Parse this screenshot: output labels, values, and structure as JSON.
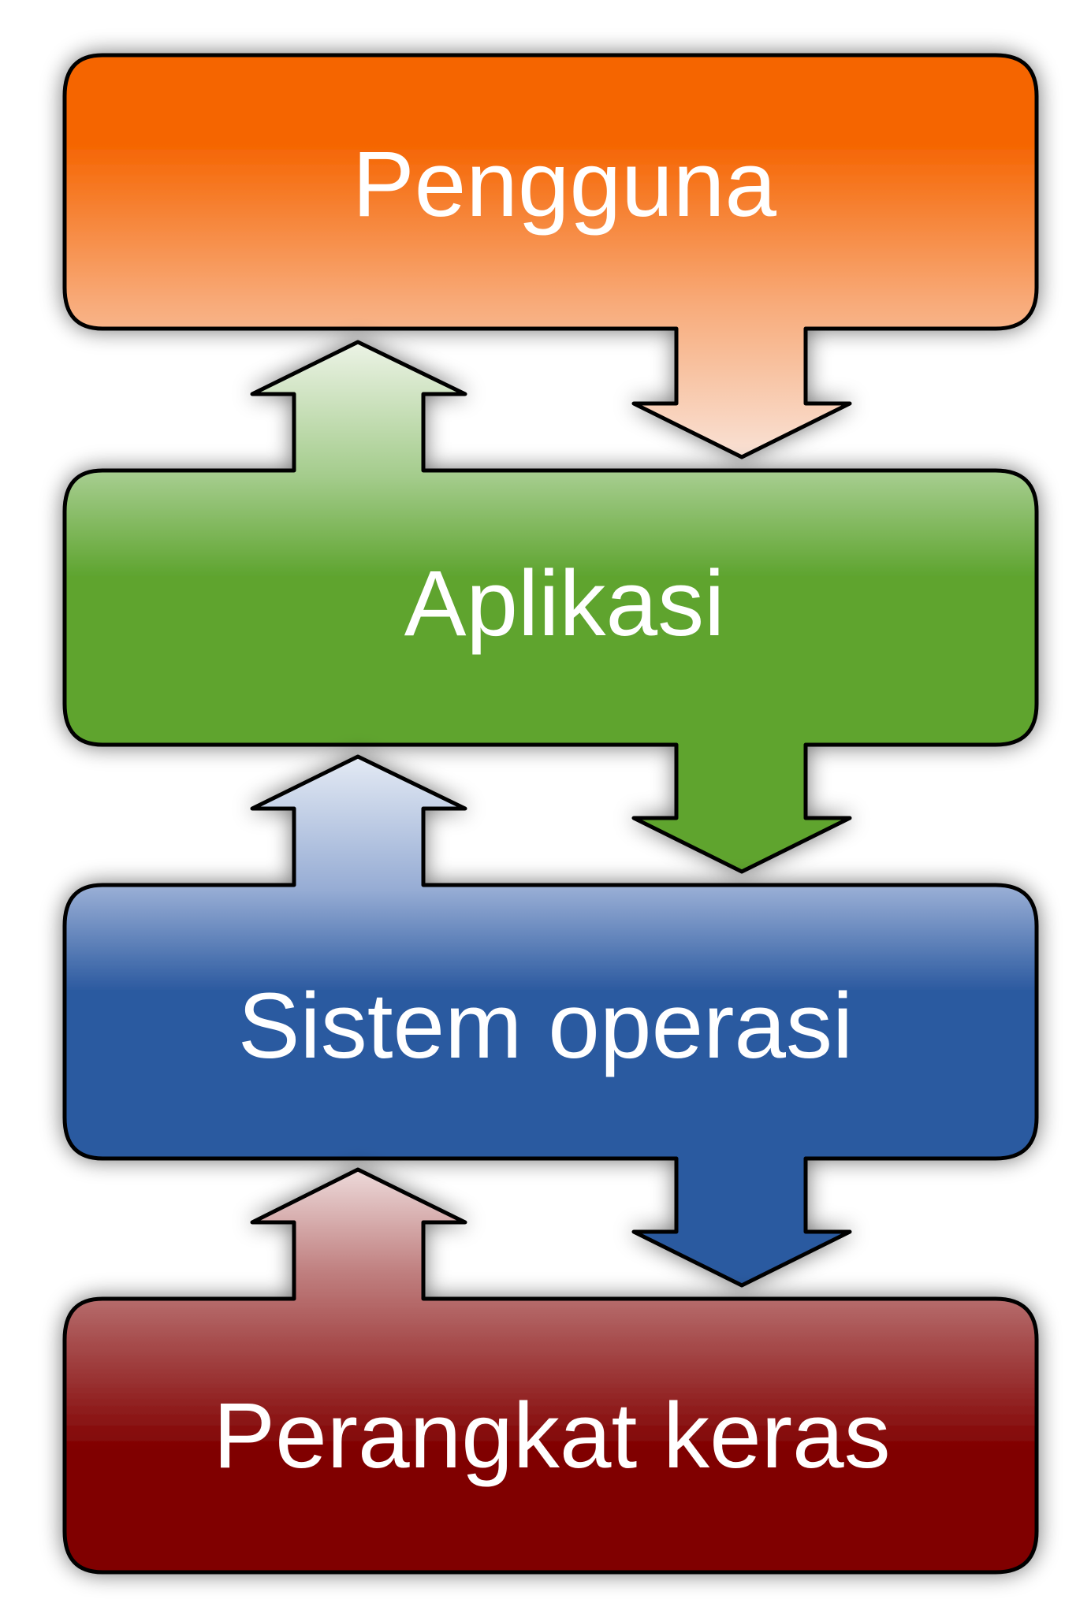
{
  "diagram": {
    "layers": [
      {
        "id": "pengguna",
        "label": "Pengguna",
        "colors": {
          "top": "#f56502",
          "bottom": "#f8ab7a",
          "arrow_bottom": "#f9e2d6"
        }
      },
      {
        "id": "aplikasi",
        "label": "Aplikasi",
        "colors": {
          "top": "#a4cc8c",
          "bottom": "#5ea42f",
          "arrow_top": "#eef4e8"
        }
      },
      {
        "id": "sistem-operasi",
        "label": "Sistem operasi",
        "colors": {
          "top": "#96acd4",
          "bottom": "#2c5aa0",
          "arrow_top": "#e6ecf5"
        }
      },
      {
        "id": "perangkat-keras",
        "label": "Perangkat keras",
        "colors": {
          "top": "#c08080",
          "bottom": "#800000",
          "arrow_top": "#efdede"
        }
      }
    ],
    "flows": [
      {
        "from": "pengguna",
        "to": "aplikasi",
        "direction": "down"
      },
      {
        "from": "aplikasi",
        "to": "pengguna",
        "direction": "up"
      },
      {
        "from": "aplikasi",
        "to": "sistem-operasi",
        "direction": "down"
      },
      {
        "from": "sistem-operasi",
        "to": "aplikasi",
        "direction": "up"
      },
      {
        "from": "sistem-operasi",
        "to": "perangkat-keras",
        "direction": "down"
      },
      {
        "from": "perangkat-keras",
        "to": "sistem-operasi",
        "direction": "up"
      }
    ]
  }
}
